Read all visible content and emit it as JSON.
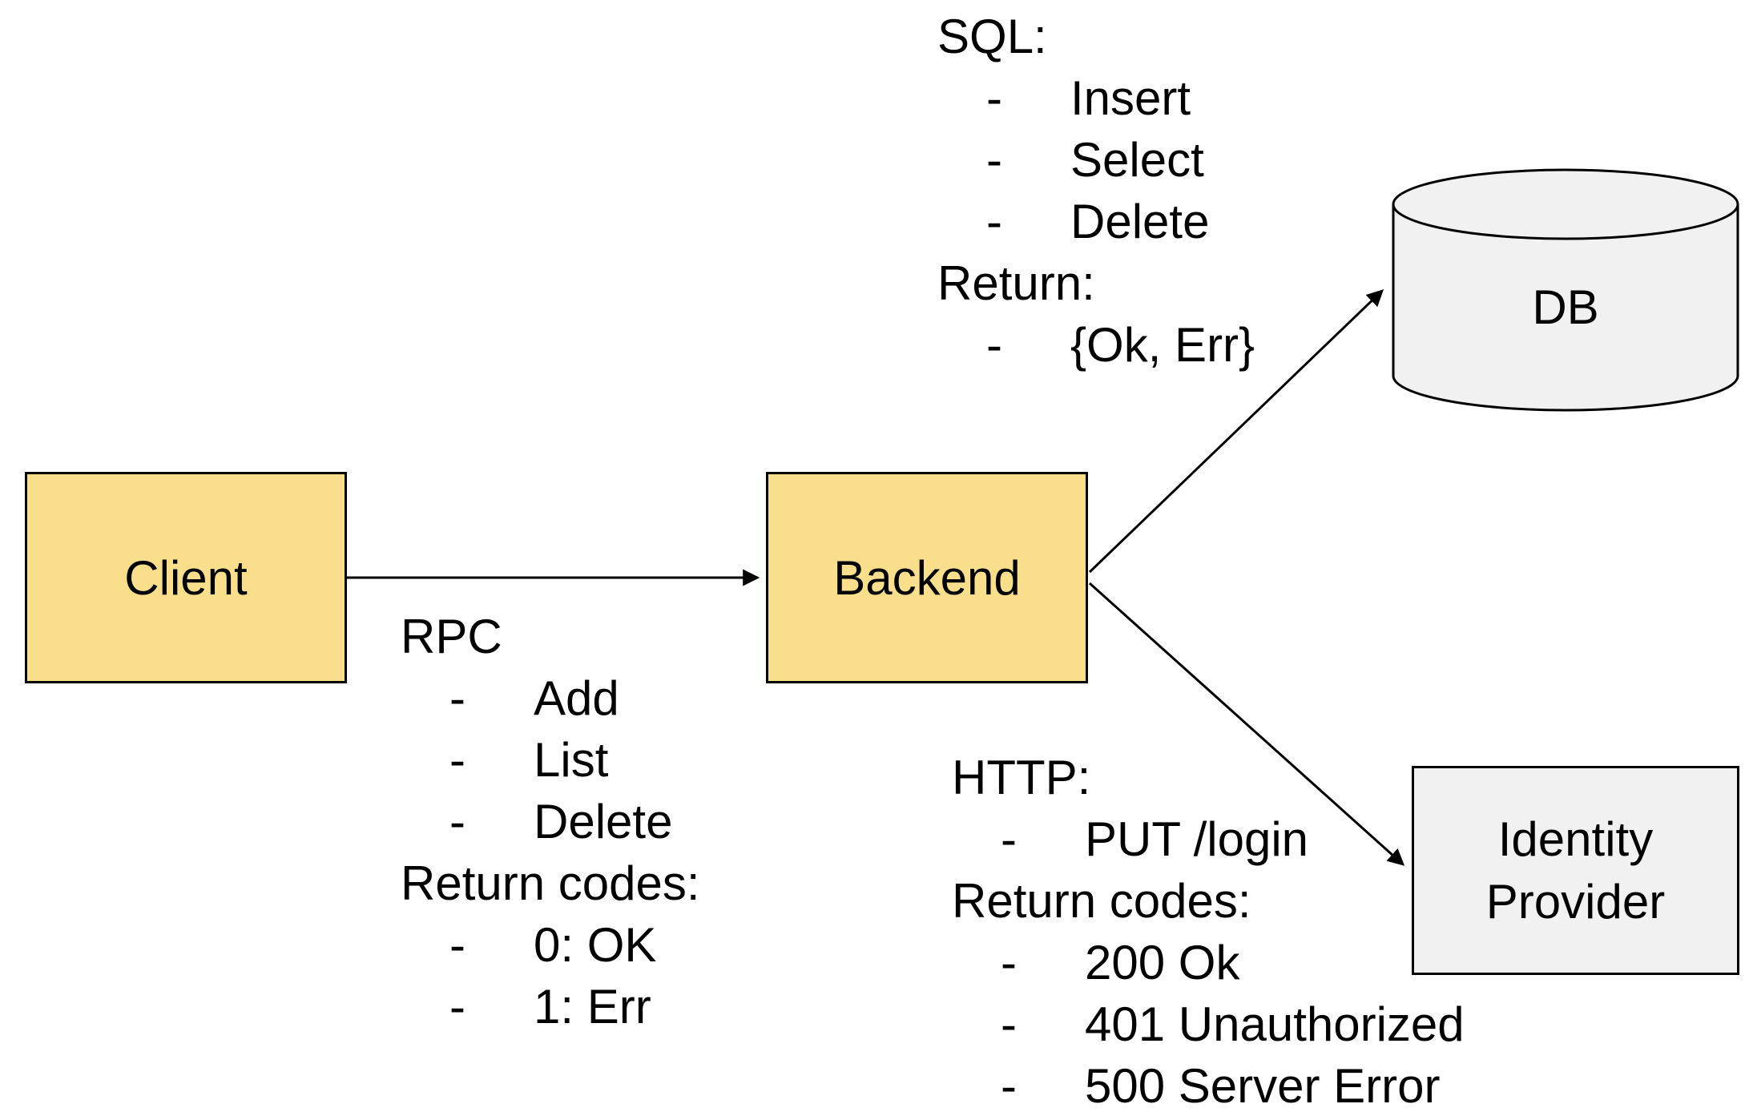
{
  "diagram": {
    "bullet": "-",
    "nodes": {
      "client": {
        "label": "Client"
      },
      "backend": {
        "label": "Backend"
      },
      "db": {
        "label": "DB"
      },
      "identity_provider": {
        "label_line1": "Identity",
        "label_line2": "Provider"
      }
    },
    "edges": {
      "client_backend": {
        "heading": "RPC",
        "items": [
          "Add",
          "List",
          "Delete"
        ],
        "return_heading": "Return codes:",
        "return_items": [
          "0: OK",
          "1: Err"
        ]
      },
      "backend_db": {
        "heading": "SQL:",
        "items": [
          "Insert",
          "Select",
          "Delete"
        ],
        "return_heading": "Return:",
        "return_items": [
          "{Ok, Err}"
        ]
      },
      "backend_idp": {
        "heading": "HTTP:",
        "items": [
          "PUT /login"
        ],
        "return_heading": "Return codes:",
        "return_items": [
          "200 Ok",
          "401 Unauthorized",
          "500 Server Error"
        ]
      }
    },
    "colors": {
      "node_fill_yellow": "#F9DE8B",
      "node_fill_gray": "#F1F1F1",
      "node_border": "#000000",
      "arrow": "#000000",
      "text": "#000000",
      "background": "#FFFFFF"
    }
  }
}
